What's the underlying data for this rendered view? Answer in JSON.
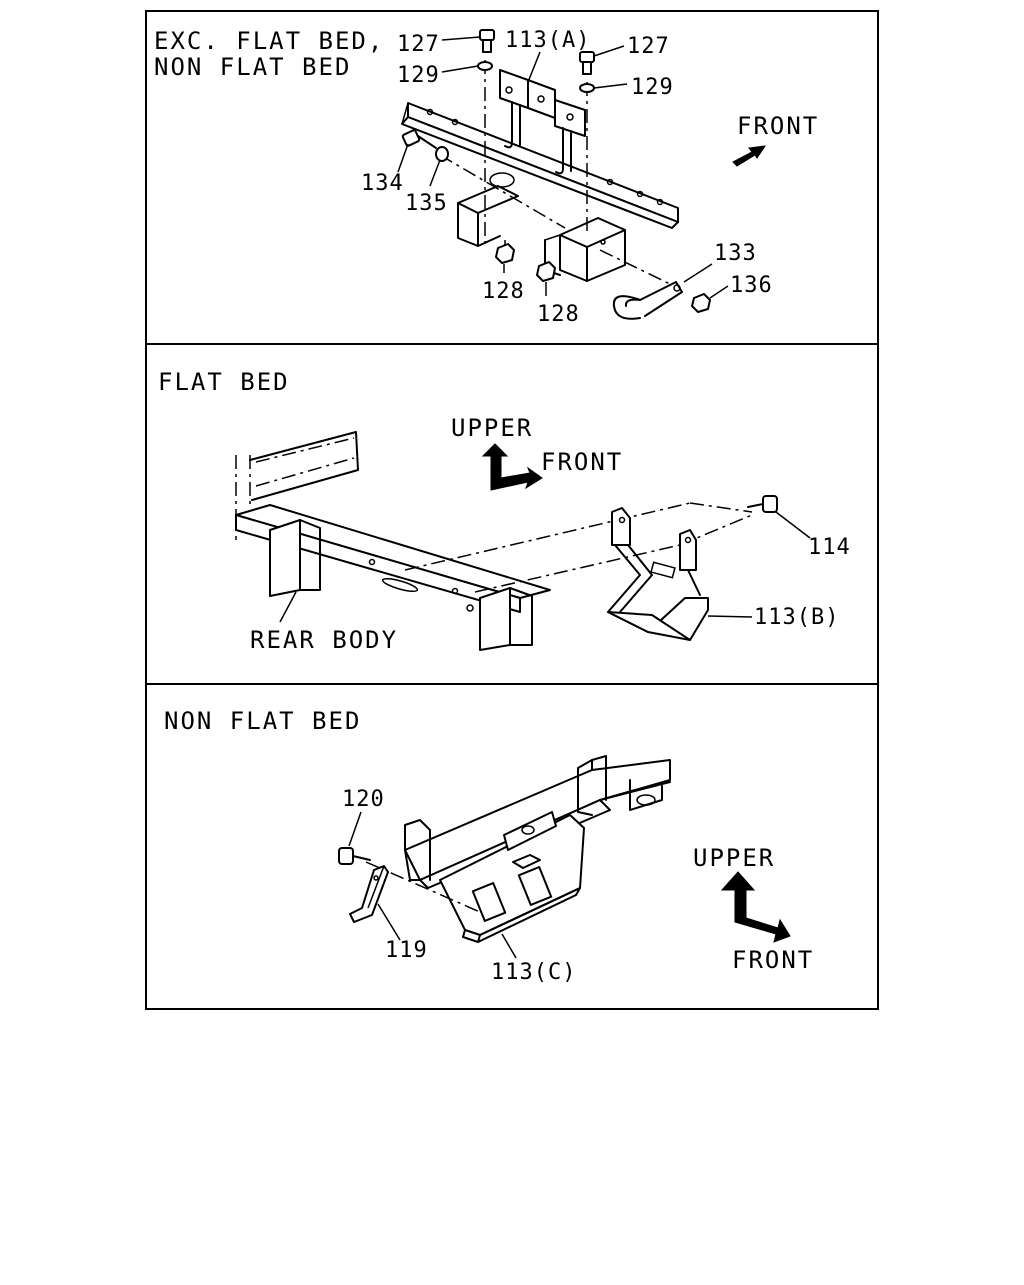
{
  "panels": {
    "top": {
      "title_line1": "EXC. FLAT BED,",
      "title_line2": "NON FLAT BED",
      "direction": "FRONT",
      "callouts": {
        "c127a": "127",
        "c127b": "127",
        "c113": "113(A)",
        "c129a": "129",
        "c129b": "129",
        "c134": "134",
        "c135": "135",
        "c128a": "128",
        "c128b": "128",
        "c133": "133",
        "c136": "136"
      }
    },
    "middle": {
      "title": "FLAT BED",
      "dir_upper": "UPPER",
      "dir_front": "FRONT",
      "callouts": {
        "c114": "114",
        "c113": "113(B)",
        "rear_body": "REAR BODY"
      }
    },
    "bottom": {
      "title": "NON FLAT BED",
      "dir_upper": "UPPER",
      "dir_front": "FRONT",
      "callouts": {
        "c120": "120",
        "c119": "119",
        "c113": "113(C)"
      }
    }
  }
}
